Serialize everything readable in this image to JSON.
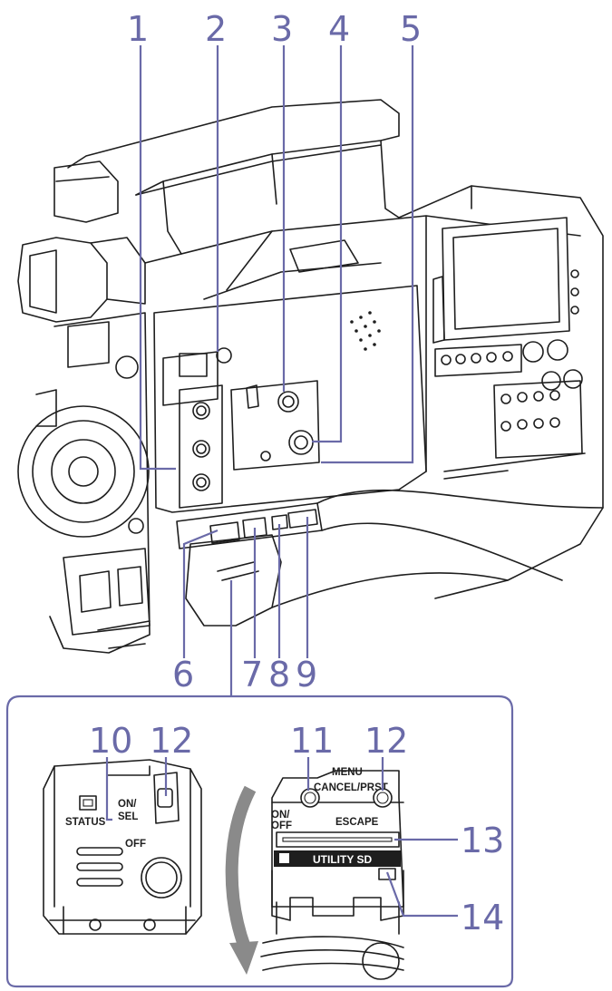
{
  "callouts": {
    "n1": "1",
    "n2": "2",
    "n3": "3",
    "n4": "4",
    "n5": "5",
    "n6": "6",
    "n7": "7",
    "n8": "8",
    "n9": "9",
    "n10": "10",
    "n11": "11",
    "n12a": "12",
    "n12b": "12",
    "n13": "13",
    "n14": "14"
  },
  "left_panel": {
    "status": "STATUS",
    "on": "ON/",
    "sel": "SEL",
    "off": "OFF"
  },
  "right_panel": {
    "menu": "MENU",
    "on": "ON/",
    "off": "OFF",
    "cancel_prst": "CANCEL/PRST",
    "escape": "ESCAPE",
    "utility_sd": "UTILITY SD"
  },
  "colors": {
    "callout": "#6a6aa8",
    "ink": "#1e1e1e",
    "arrow": "#8a8a8a"
  }
}
